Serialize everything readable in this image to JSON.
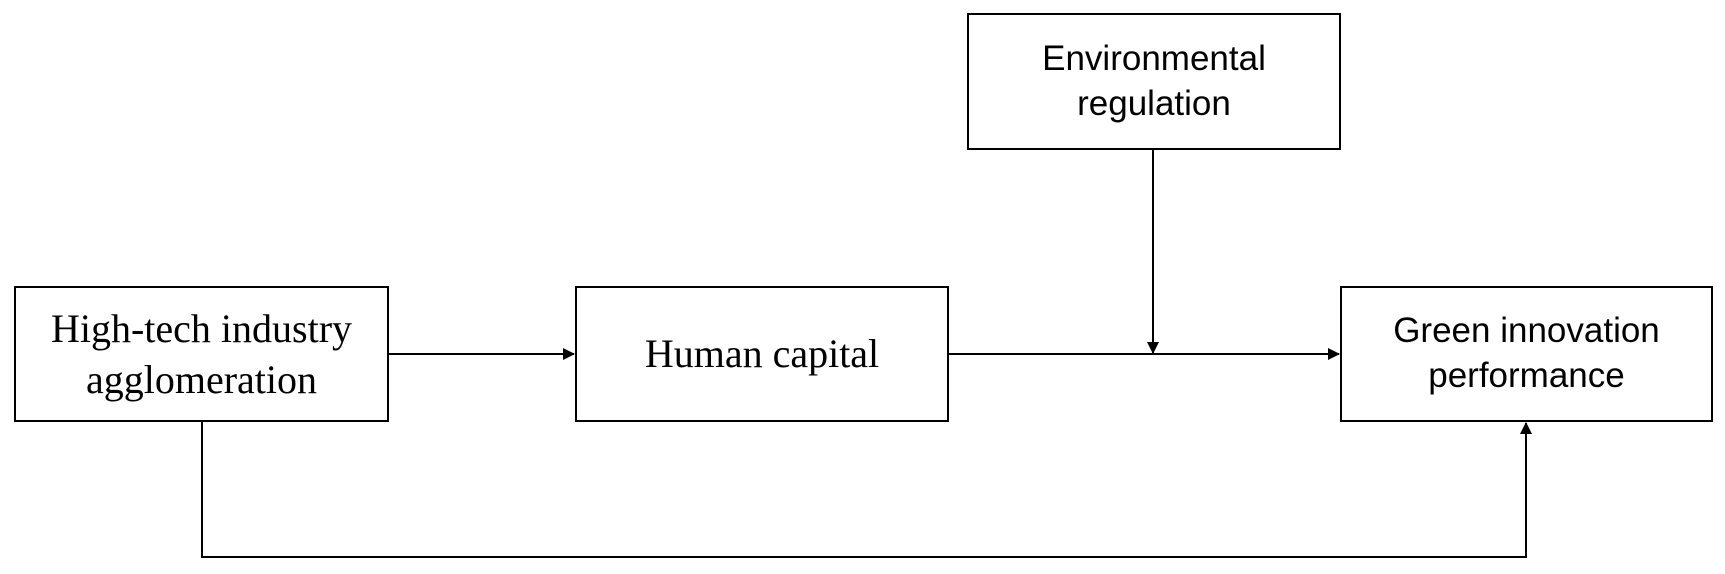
{
  "diagram": {
    "nodes": {
      "environmental_regulation": {
        "lines": [
          "Environmental",
          "regulation"
        ]
      },
      "high_tech_agglomeration": {
        "lines": [
          "High-tech industry",
          "agglomeration"
        ]
      },
      "human_capital": {
        "lines": [
          "Human capital"
        ]
      },
      "green_innovation_performance": {
        "lines": [
          "Green innovation",
          "performance"
        ]
      }
    },
    "edges": [
      {
        "from": "high_tech_agglomeration",
        "to": "human_capital"
      },
      {
        "from": "human_capital",
        "to": "green_innovation_performance"
      },
      {
        "from": "environmental_regulation",
        "to": "human_capital -> green_innovation_performance"
      },
      {
        "from": "high_tech_agglomeration",
        "to": "green_innovation_performance"
      }
    ],
    "colors": {
      "line": "#000000",
      "background": "#ffffff"
    }
  }
}
